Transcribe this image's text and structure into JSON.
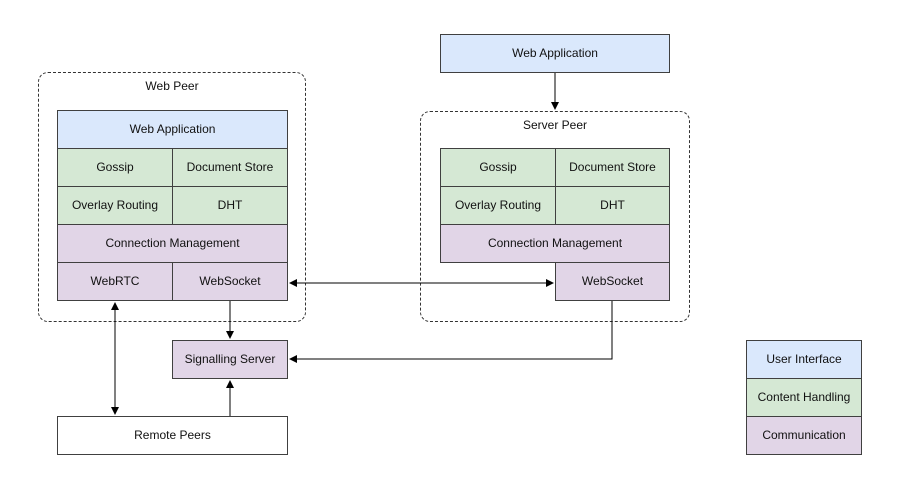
{
  "web_peer": {
    "title": "Web Peer",
    "web_application": "Web Application",
    "gossip": "Gossip",
    "document_store": "Document Store",
    "overlay_routing": "Overlay Routing",
    "dht": "DHT",
    "connection_management": "Connection Management",
    "webrtc": "WebRTC",
    "websocket": "WebSocket"
  },
  "server_peer": {
    "title": "Server Peer",
    "gossip": "Gossip",
    "document_store": "Document Store",
    "overlay_routing": "Overlay Routing",
    "dht": "DHT",
    "connection_management": "Connection Management",
    "websocket": "WebSocket"
  },
  "external_web_application": "Web Application",
  "signalling_server": "Signalling Server",
  "remote_peers": "Remote Peers",
  "legend": {
    "user_interface": "User Interface",
    "content_handling": "Content Handling",
    "communication": "Communication"
  },
  "colors": {
    "user_interface": "#dae8fc",
    "content_handling": "#d5e8d4",
    "communication": "#e1d5e7",
    "outline": "#404040"
  }
}
